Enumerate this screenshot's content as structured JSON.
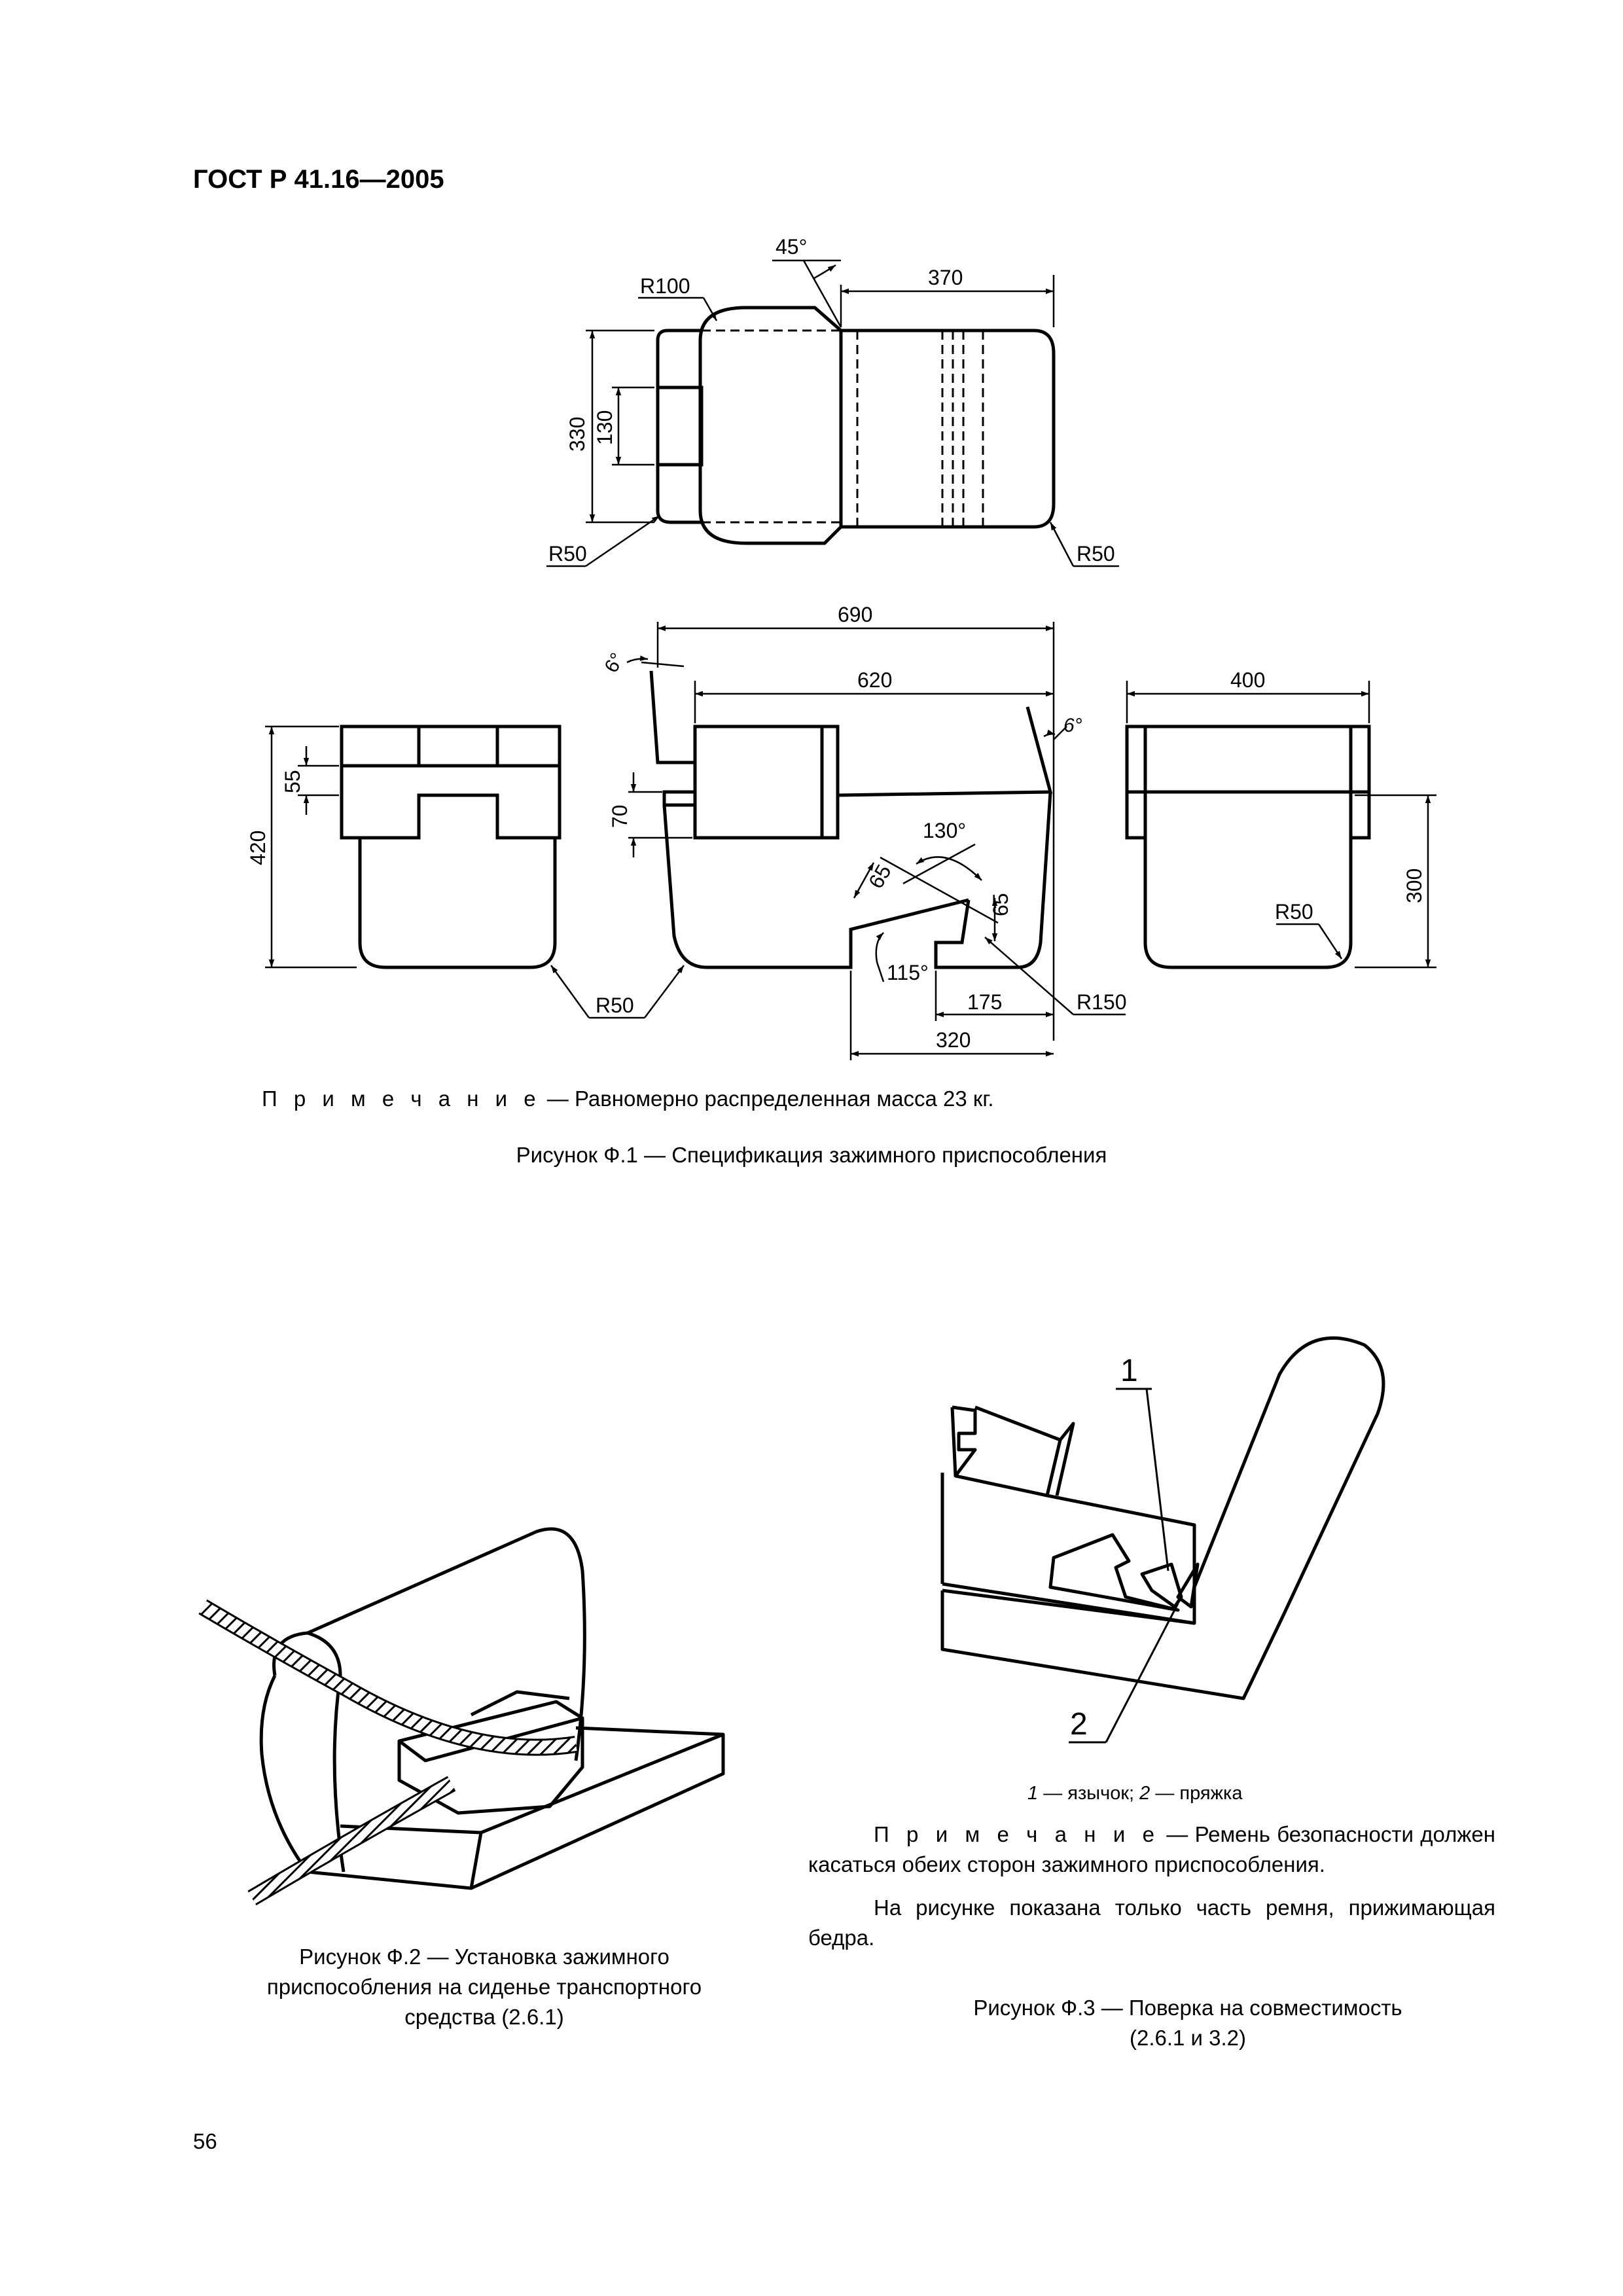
{
  "header": {
    "standard_id": "ГОСТ Р 41.16—2005"
  },
  "figure1": {
    "dims": {
      "angle45": "45°",
      "d370": "370",
      "r100": "R100",
      "d330": "330",
      "d130": "130",
      "r50_left": "R50",
      "r50_right": "R50",
      "d690": "690",
      "d620": "620",
      "d400": "400",
      "angle6_left": "6°",
      "angle6_right": "6°",
      "d55": "55",
      "d420": "420",
      "d70": "70",
      "angle130": "130°",
      "d65_a": "65",
      "d65_b": "65",
      "angle115": "115°",
      "d175": "175",
      "r150": "R150",
      "d320": "320",
      "d300": "300",
      "r50_side": "R50",
      "r50_bottom": "R50"
    },
    "note_label": "П р и м е ч а н и е",
    "note_text": " — Равномерно распределенная масса 23 кг.",
    "caption": "Рисунок Ф.1 — Спецификация зажимного приспособления"
  },
  "figure2": {
    "caption_line1": "Рисунок Ф.2 — Установка зажимного",
    "caption_line2": "приспособления на сиденье транспортного",
    "caption_line3": "средства (2.6.1)"
  },
  "figure3": {
    "callout1": "1",
    "callout2": "2",
    "legend_num1": "1",
    "legend_text1": " — язычок; ",
    "legend_num2": "2",
    "legend_text2": " — пряжка",
    "note_label": "П р и м е ч а н и е",
    "note_text1": " — Ремень безопасности должен касаться обеих сторон зажимного приспособления.",
    "note_text2": "На рисунке показана только часть ремня, прижимающая бедра.",
    "caption_line1": "Рисунок Ф.3 — Поверка на совместимость",
    "caption_line2": "(2.6.1 и 3.2)"
  },
  "page_number": "56"
}
